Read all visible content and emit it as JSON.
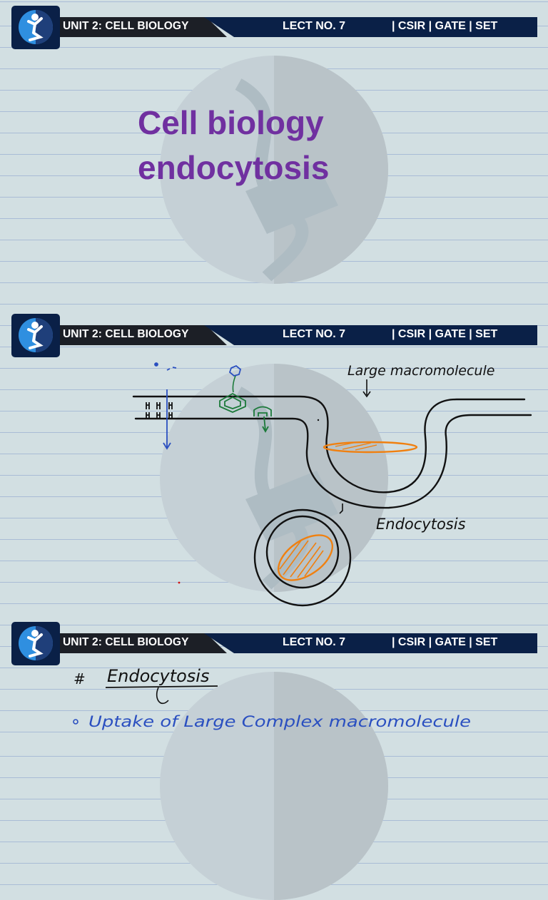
{
  "header": {
    "unit": "UNIT 2: CELL BIOLOGY",
    "lecture": "LECT NO. 7",
    "exams": "| CSIR | GATE | SET"
  },
  "slide1": {
    "title_line1": "Cell biology",
    "title_line2": "endocytosis"
  },
  "slide2": {
    "label_macromolecule": "Large macromolecule",
    "label_endocytosis": "Endocytosis"
  },
  "slide3": {
    "bullet_marker": "#",
    "heading": "Endocytosis",
    "line1": "Uptake of Large Complex macromolecule"
  },
  "colors": {
    "header_navy": "#0a2047",
    "header_dark": "#1c1f26",
    "title_purple": "#7030a0",
    "ink_black": "#111111",
    "ink_blue": "#2a4fc0",
    "ink_green": "#1c7a3a",
    "ink_orange": "#f08010",
    "logo_blue": "#2f8fe0"
  },
  "icons": [
    "logo-icon",
    "dna-book-watermark-icon"
  ]
}
